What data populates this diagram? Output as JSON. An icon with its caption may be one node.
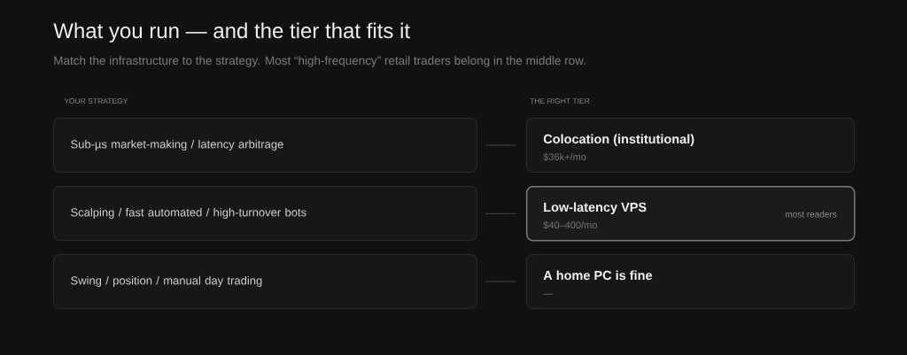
{
  "diagram": {
    "title": "What you run — and the tier that fits it",
    "nodes": [
      {
        "text": [
          "Sub-µs market-making / latency arbitrage"
        ]
      },
      {
        "text": [
          "Colocation (institutional)",
          "$36k+/mo"
        ]
      },
      {
        "text": [
          "Scalping / fast automated / high-turnover bots"
        ]
      },
      {
        "text": [
          "Low-latency VPS",
          "$40–400/mo",
          "most readers"
        ]
      },
      {
        "text": [
          "Swing / position / manual day trading"
        ]
      },
      {
        "text": [
          "A home PC is fine",
          "—"
        ]
      }
    ],
    "edges": [
      {
        "from": 0,
        "to": 1,
        "arrow": "none"
      },
      {
        "from": 2,
        "to": 3,
        "arrow": "none"
      },
      {
        "from": 4,
        "to": 5,
        "arrow": "none"
      }
    ],
    "labels": [
      "Match the infrastructure to the strategy. Most “high-frequency” retail traders belong in the middle row.",
      "YOUR STRATEGY",
      "THE RIGHT TIER"
    ]
  }
}
